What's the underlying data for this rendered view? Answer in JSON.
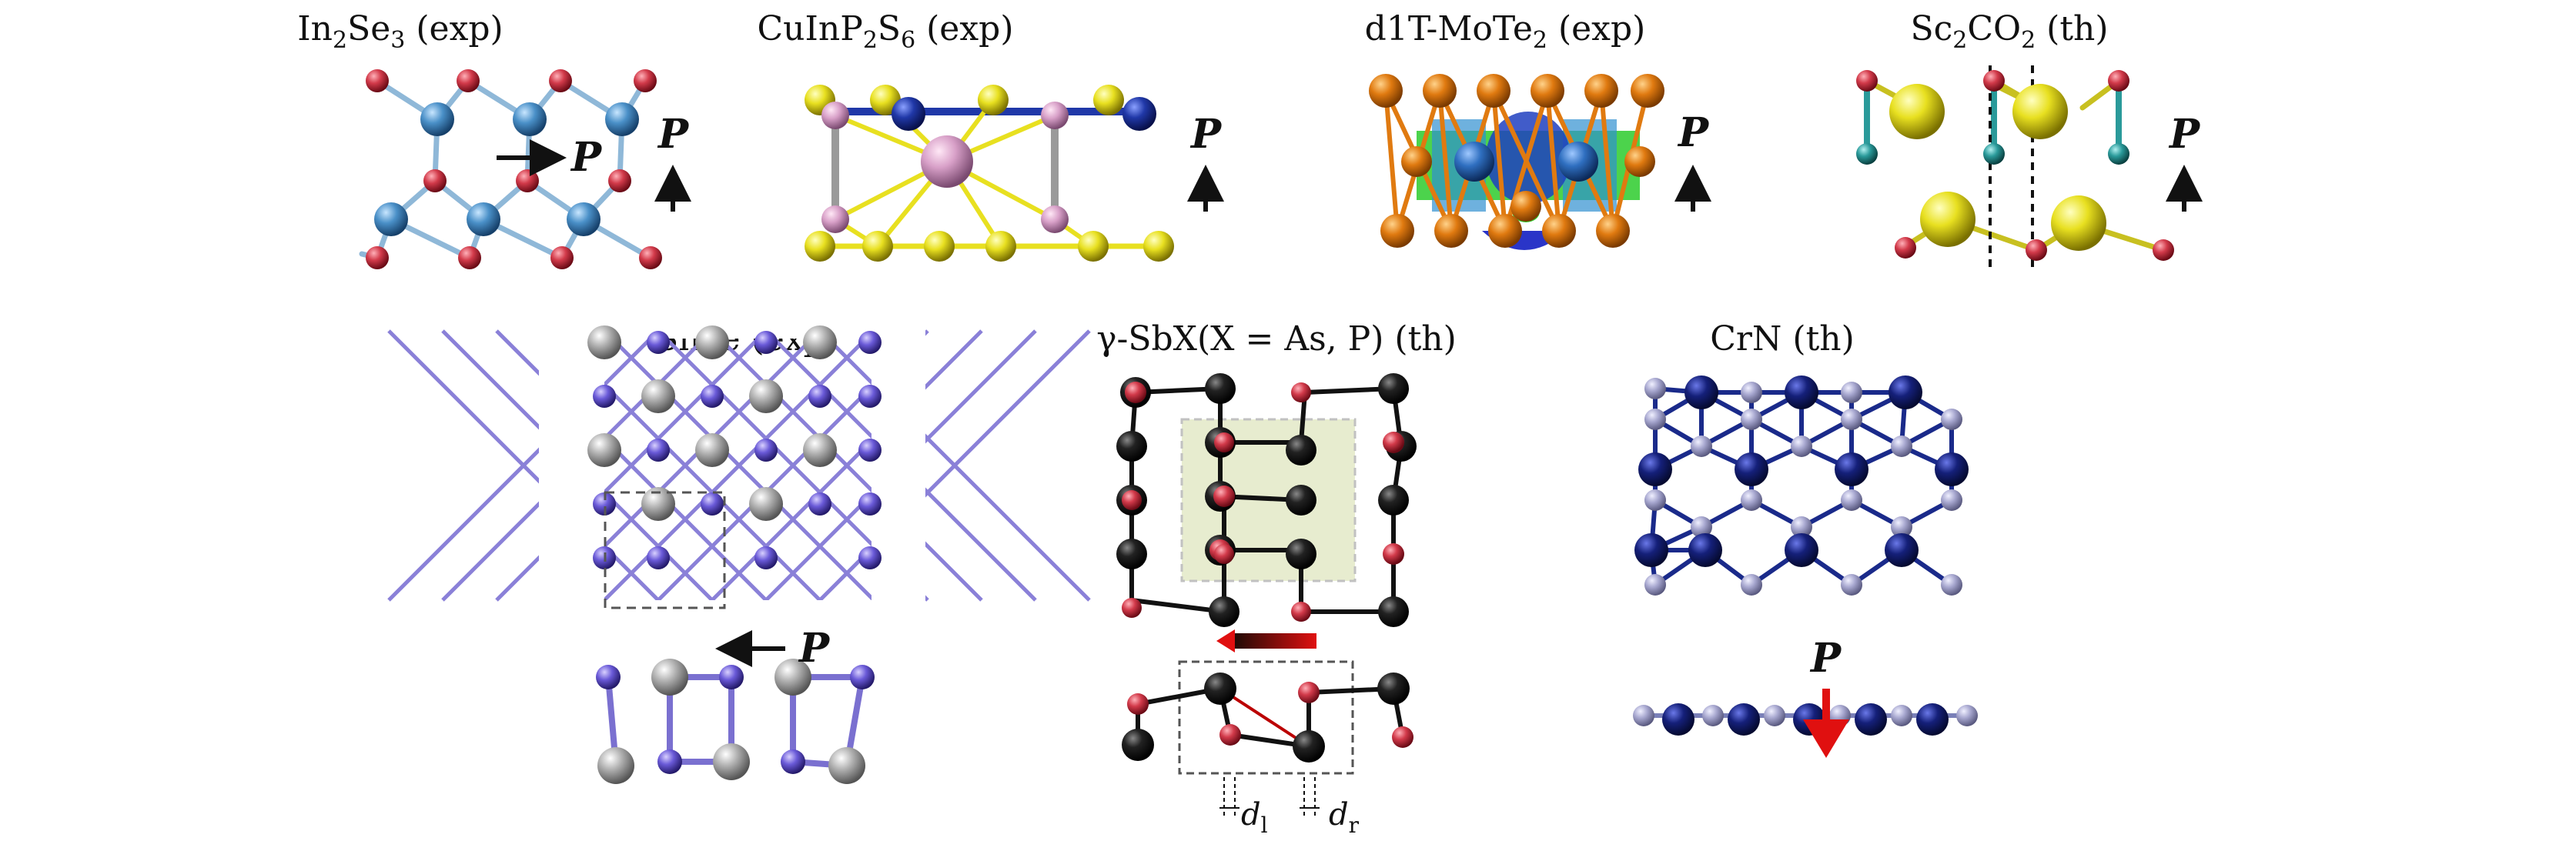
{
  "panels": [
    {
      "id": "in2se3",
      "title_parts": [
        {
          "t": "In",
          "sub": false
        },
        {
          "t": "2",
          "sub": true
        },
        {
          "t": "Se",
          "sub": false
        },
        {
          "t": "3",
          "sub": true
        },
        {
          "t": " (exp)",
          "sub": false
        }
      ]
    },
    {
      "id": "cuinp2s6",
      "title_parts": [
        {
          "t": "CuInP",
          "sub": false
        },
        {
          "t": "2",
          "sub": true
        },
        {
          "t": "S",
          "sub": false
        },
        {
          "t": "6",
          "sub": true
        },
        {
          "t": " (exp)",
          "sub": false
        }
      ]
    },
    {
      "id": "mote2",
      "title_parts": [
        {
          "t": "d1T-MoTe",
          "sub": false
        },
        {
          "t": "2",
          "sub": true
        },
        {
          "t": " (exp)",
          "sub": false
        }
      ]
    },
    {
      "id": "sc2co2",
      "title_parts": [
        {
          "t": "Sc",
          "sub": false
        },
        {
          "t": "2",
          "sub": true
        },
        {
          "t": "CO",
          "sub": false
        },
        {
          "t": "2",
          "sub": true
        },
        {
          "t": " (th)",
          "sub": false
        }
      ]
    },
    {
      "id": "snte",
      "title_parts": [
        {
          "t": "SnTe (exp)",
          "sub": false
        }
      ]
    },
    {
      "id": "sbx",
      "title_parts": [
        {
          "t": "γ-SbX(X = As, P) (th)",
          "sub": false
        }
      ]
    },
    {
      "id": "crn",
      "title_parts": [
        {
          "t": "CrN (th)",
          "sub": false
        }
      ]
    }
  ],
  "polarization_label": "P",
  "distance_labels": {
    "left": {
      "main": "d",
      "sub": "l"
    },
    "right": {
      "main": "d",
      "sub": "r"
    }
  },
  "colors": {
    "se_red": "#d23a4a",
    "in_blue": "#4a90c8",
    "sulfur_yellow": "#e8e020",
    "cu_blue": "#2038a8",
    "indium_pink": "#d8a0c8",
    "mo_blue": "#2f6fc0",
    "te_orange": "#e07a10",
    "sc_yellow": "#dcd020",
    "oxygen_red": "#d41020",
    "carbon_teal": "#2a9a9a",
    "sn_gray": "#b0b0b0",
    "te_purple": "#6a5ad8",
    "sb_black": "#151515",
    "x_red": "#d02020",
    "cr_navy": "#15207a",
    "n_lavender": "#a8a8d0",
    "arrow_red": "#e01010"
  }
}
